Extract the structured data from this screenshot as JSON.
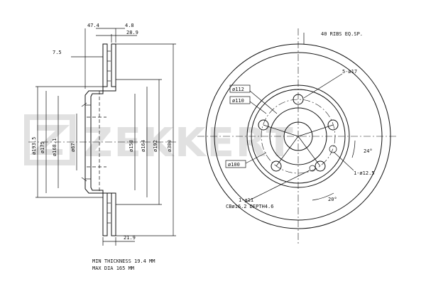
{
  "watermark": {
    "text": "ZEKKERT",
    "color": "#c8c8c8"
  },
  "side_view": {
    "top_dimensions": [
      "47.4",
      "4.8",
      "28.9"
    ],
    "left_offset": "7.5",
    "diameters": [
      "ø193.5",
      "ø175",
      "ø168.1",
      "ø67",
      "ø158",
      "ø164",
      "ø192",
      "ø300"
    ],
    "bottom_dimension": "21.9"
  },
  "front_view": {
    "ribs": "40 RIBS EQ.SP.",
    "bolt_holes": "5-ø17",
    "bolt_circle": "ø112",
    "center_bore": "ø110",
    "hub_diameter": "ø100",
    "angle_24": "24°",
    "angle_20": "20°",
    "small_hole": "1-ø12.5",
    "threaded_hole": "1-ø11",
    "counterbore": "CBø16.2 DEPTH4.6"
  },
  "notes": [
    "MIN THICKNESS 19.4 MM",
    "MAX DIA 165 MM"
  ]
}
